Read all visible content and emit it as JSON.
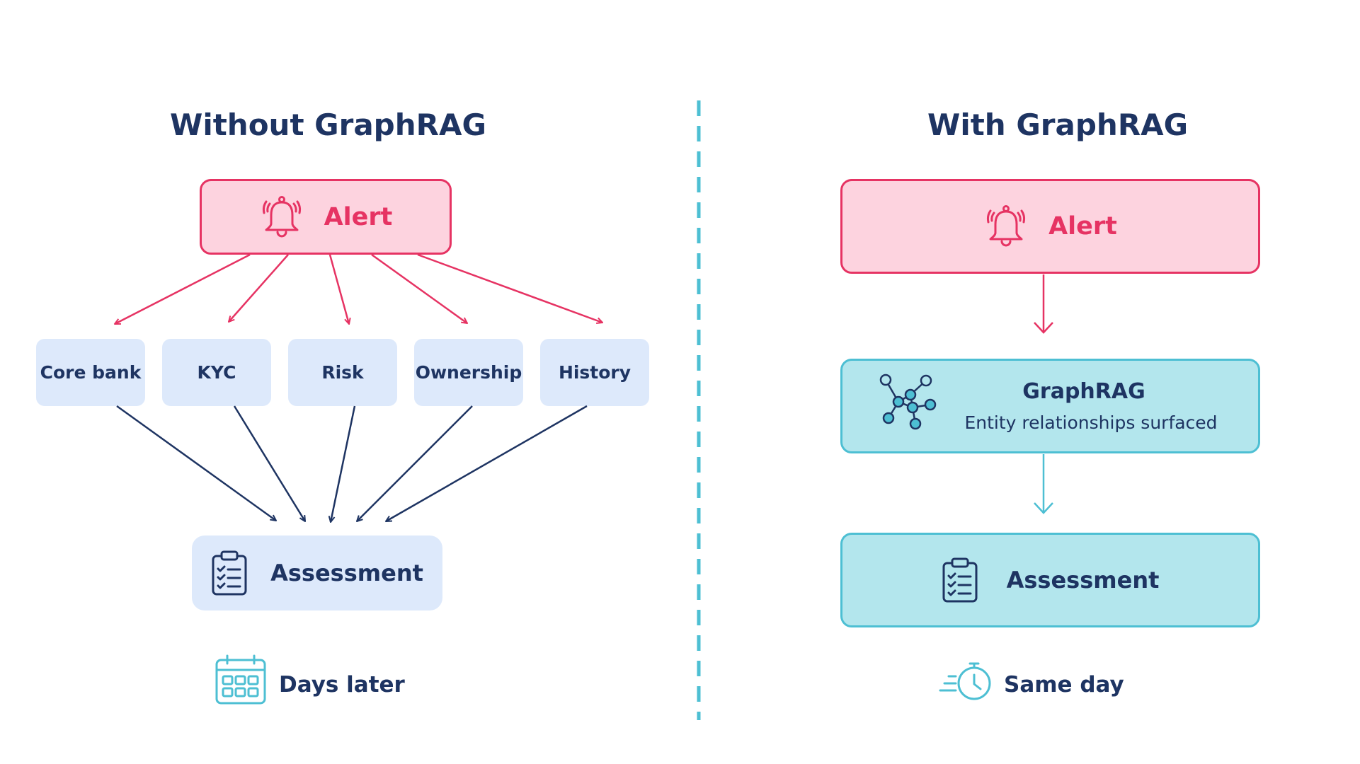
{
  "colors": {
    "alert": "#e63363",
    "alert_fill": "#fdd3df",
    "navy": "#1e3462",
    "source_fill": "#dde9fb",
    "teal": "#4dbfd3",
    "teal_fill": "#b3e6ed"
  },
  "left": {
    "title": "Without GraphRAG",
    "alert_label": "Alert",
    "sources": [
      "Core bank",
      "KYC",
      "Risk",
      "Ownership",
      "History"
    ],
    "assessment_label": "Assessment",
    "footer_label": "Days later",
    "icons": [
      "bell-icon",
      "clipboard-icon",
      "calendar-icon"
    ]
  },
  "right": {
    "title": "With GraphRAG",
    "alert_label": "Alert",
    "graphrag_title": "GraphRAG",
    "graphrag_subtitle": "Entity relationships surfaced",
    "assessment_label": "Assessment",
    "footer_label": "Same day",
    "icons": [
      "bell-icon",
      "network-graph-icon",
      "clipboard-icon",
      "stopwatch-icon"
    ]
  }
}
